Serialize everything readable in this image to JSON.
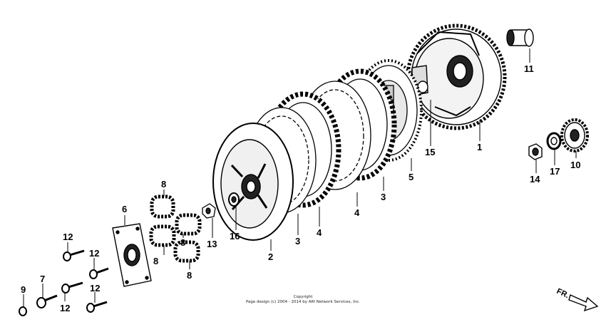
{
  "callouts": {
    "c1": "1",
    "c2": "2",
    "c3a": "3",
    "c3b": "3",
    "c4a": "4",
    "c4b": "4",
    "c5": "5",
    "c6": "6",
    "c7": "7",
    "c8a": "8",
    "c8b": "8",
    "c8c": "8",
    "c8d": "8",
    "c9": "9",
    "c10": "10",
    "c11": "11",
    "c12a": "12",
    "c12b": "12",
    "c12c": "12",
    "c12d": "12",
    "c13": "13",
    "c14": "14",
    "c15": "15",
    "c16": "16",
    "c17": "17"
  },
  "copyright": {
    "line1": "Copyright",
    "line2": "Page design (c) 2004 - 2014 by ARI Network Services, Inc."
  },
  "direction": {
    "label": "FR."
  }
}
